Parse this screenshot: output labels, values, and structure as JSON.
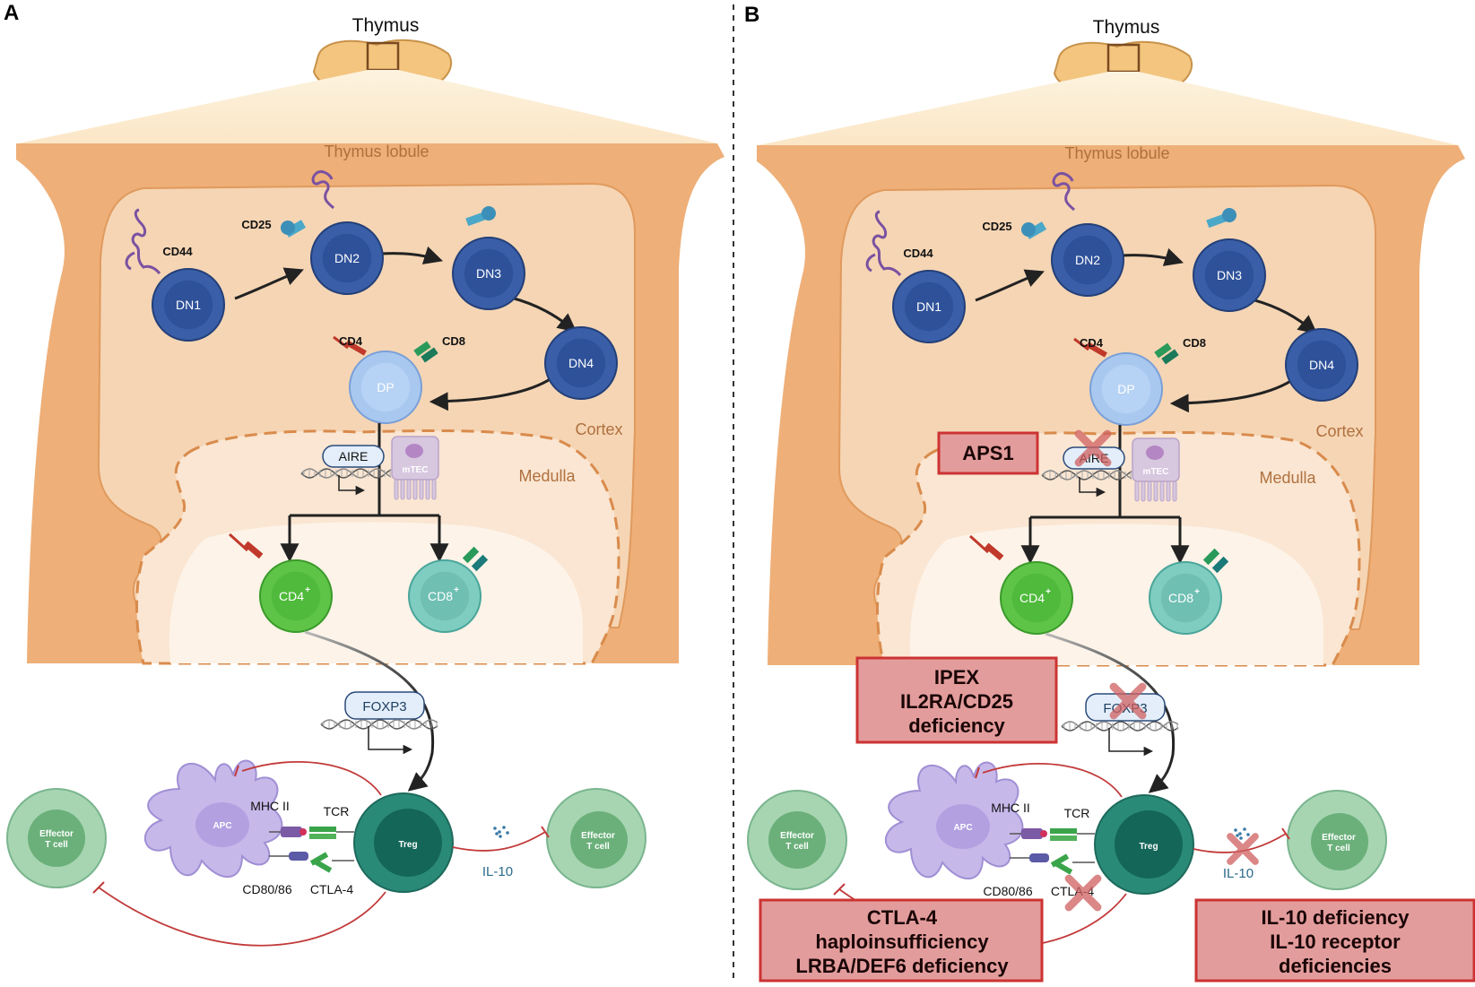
{
  "panels": [
    {
      "letter": "A",
      "thymus": "Thymus",
      "lobule": "Thymus lobule",
      "cortex": "Cortex",
      "medulla": "Medulla",
      "cells": {
        "dn1": "DN1",
        "dn2": "DN2",
        "dn3": "DN3",
        "dn4": "DN4",
        "dp": "DP",
        "cd4": "CD4",
        "cd8": "CD8",
        "treg": "Treg",
        "apc": "APC",
        "mtec": "mTEC",
        "effector": "Effector T cell"
      },
      "markers": {
        "cd44": "CD44",
        "cd25": "CD25",
        "cd4": "CD4",
        "cd8": "CD8"
      },
      "molecules": {
        "aire": "AIRE",
        "foxp3": "FOXP3",
        "mhc": "MHC II",
        "tcr": "TCR",
        "cd80": "CD80/86",
        "ctla4": "CTLA-4",
        "il10": "IL-10"
      },
      "superscript": "+"
    },
    {
      "letter": "B",
      "thymus": "Thymus",
      "lobule": "Thymus lobule",
      "cortex": "Cortex",
      "medulla": "Medulla",
      "cells": {
        "dn1": "DN1",
        "dn2": "DN2",
        "dn3": "DN3",
        "dn4": "DN4",
        "dp": "DP",
        "cd4": "CD4",
        "cd8": "CD8",
        "treg": "Treg",
        "apc": "APC",
        "mtec": "mTEC",
        "effector": "Effector T cell"
      },
      "markers": {
        "cd44": "CD44",
        "cd25": "CD25",
        "cd4": "CD4",
        "cd8": "CD8"
      },
      "molecules": {
        "aire": "AIRE",
        "foxp3": "FOXP3",
        "mhc": "MHC II",
        "tcr": "TCR",
        "cd80": "CD80/86",
        "ctla4": "CTLA-4",
        "il10": "IL-10"
      },
      "superscript": "+",
      "diseases": {
        "aps1": "APS1",
        "ipex": [
          "IPEX",
          "IL2RA/CD25",
          "deficiency"
        ],
        "ctla4": [
          "CTLA-4",
          "haploinsufficiency",
          "LRBA/DEF6 deficiency"
        ],
        "il10": [
          "IL-10 deficiency",
          "IL-10 receptor",
          "deficiencies"
        ]
      }
    }
  ],
  "colors": {
    "lobule": "#eeaf78",
    "cortex": "#f5d5b4",
    "medulla": "#fae6d2",
    "dn_cell": "#3a5fa8",
    "dp_cell": "#a9c8ef",
    "cd4_cell": "#5ec447",
    "cd8_cell": "#7ecdc0",
    "treg": "#2a8a78",
    "effector": "#a7d5b2",
    "apc": "#c7b8ea",
    "disease_fill": "#e39c9c",
    "disease_border": "#cc3333",
    "inhibit": "#c23a3a"
  }
}
